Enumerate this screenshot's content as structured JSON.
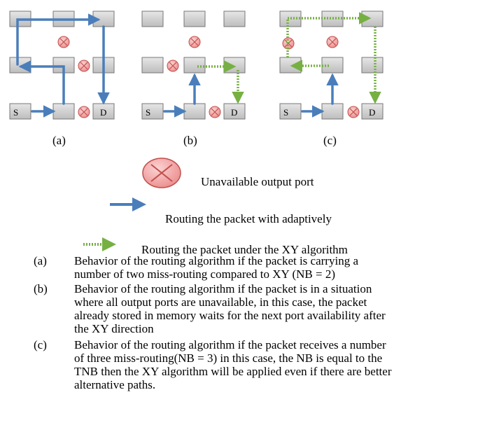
{
  "diagram": {
    "node_labels": {
      "source": "S",
      "destination": "D"
    },
    "panels": [
      {
        "id": "a",
        "caption": "(a)"
      },
      {
        "id": "b",
        "caption": "(b)"
      },
      {
        "id": "c",
        "caption": "(c)"
      }
    ]
  },
  "legend": {
    "unavailable": "Unavailable output port",
    "adaptive": "Routing the packet with adaptively",
    "xy": "Routing the packet under the XY algorithm"
  },
  "notes": [
    {
      "tag": "(a)",
      "lines": [
        "Behavior of the routing algorithm if the packet is carrying a",
        "number of two miss-routing compared to XY (NB = 2)"
      ]
    },
    {
      "tag": "(b)",
      "lines": [
        "Behavior of the routing algorithm if the packet is in a situation",
        "where all output ports are unavailable, in this case, the packet",
        "already stored in memory waits for the next port availability after",
        "the XY direction"
      ]
    },
    {
      "tag": "(c)",
      "lines": [
        "Behavior of the routing algorithm if the packet receives a number",
        "of three miss-routing(NB = 3) in this case, the NB is equal to the",
        "TNB then the XY algorithm will be applied even if there are better",
        "alternative paths."
      ]
    }
  ],
  "colors": {
    "adaptive": "#4a7ebb",
    "xy": "#76b043",
    "blocked_fill": "#f2a7a7",
    "blocked_stroke": "#c0504d",
    "node": "#d4d4d4"
  }
}
